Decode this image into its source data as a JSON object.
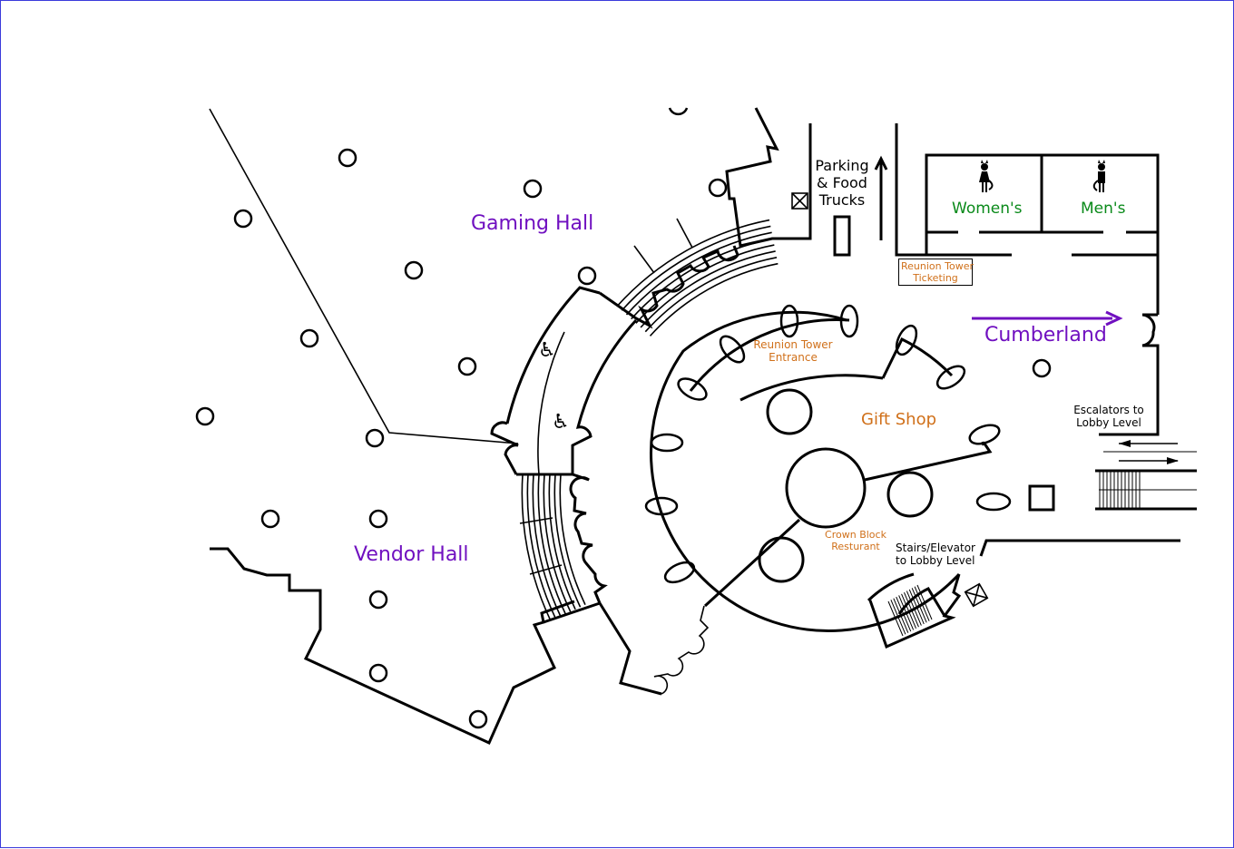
{
  "map": {
    "title": "Floor Plan",
    "colors": {
      "hall_label": "#7010c0",
      "shop_label": "#d0701a",
      "restroom_label": "#0a8a1a",
      "walls": "#000000",
      "frame_border": "#3b3bdb"
    },
    "areas": {
      "gaming_hall": "Gaming Hall",
      "vendor_hall": "Vendor Hall",
      "cumberland": "Cumberland",
      "gift_shop": "Gift Shop",
      "reunion_entrance_1": "Reunion Tower",
      "reunion_entrance_2": "Entrance",
      "crown_block_1": "Crown Block",
      "crown_block_2": "Resturant",
      "ticketing_1": "Reunion Tower",
      "ticketing_2": "Ticketing",
      "womens": "Women's",
      "mens": "Men's",
      "parking_1": "Parking",
      "parking_2": "& Food",
      "parking_3": "Trucks",
      "escalators_1": "Escalators to",
      "escalators_2": "Lobby Level",
      "stairs_1": "Stairs/Elevator",
      "stairs_2": "to Lobby Level"
    },
    "icons": {
      "accessible": "♿",
      "womens_restroom": "female-restroom-icon",
      "mens_restroom": "male-restroom-icon",
      "elevator": "elevator-icon",
      "direction_arrow": "arrow-right-icon"
    }
  }
}
